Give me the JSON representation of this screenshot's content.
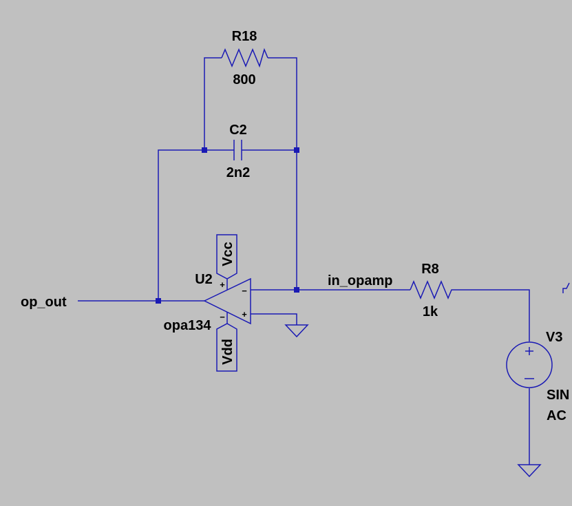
{
  "colors": {
    "background": "#c0c0c0",
    "wire": "#1a1ab4",
    "text": "#000000"
  },
  "nets": {
    "output": "op_out",
    "input": "in_opamp"
  },
  "components": {
    "feedback_resistor": {
      "ref": "R18",
      "value": "800"
    },
    "feedback_capacitor": {
      "ref": "C2",
      "value": "2n2"
    },
    "opamp": {
      "ref": "U2",
      "model": "opa134",
      "plus_sign": "+",
      "minus_sign": "−"
    },
    "input_resistor": {
      "ref": "R8",
      "value": "1k"
    },
    "source": {
      "ref": "V3",
      "line1": "SIN",
      "line2": "AC",
      "plus_sign": "+",
      "minus_sign": "−"
    },
    "supply_pos": {
      "label": "Vcc"
    },
    "supply_neg": {
      "label": "Vdd"
    }
  }
}
